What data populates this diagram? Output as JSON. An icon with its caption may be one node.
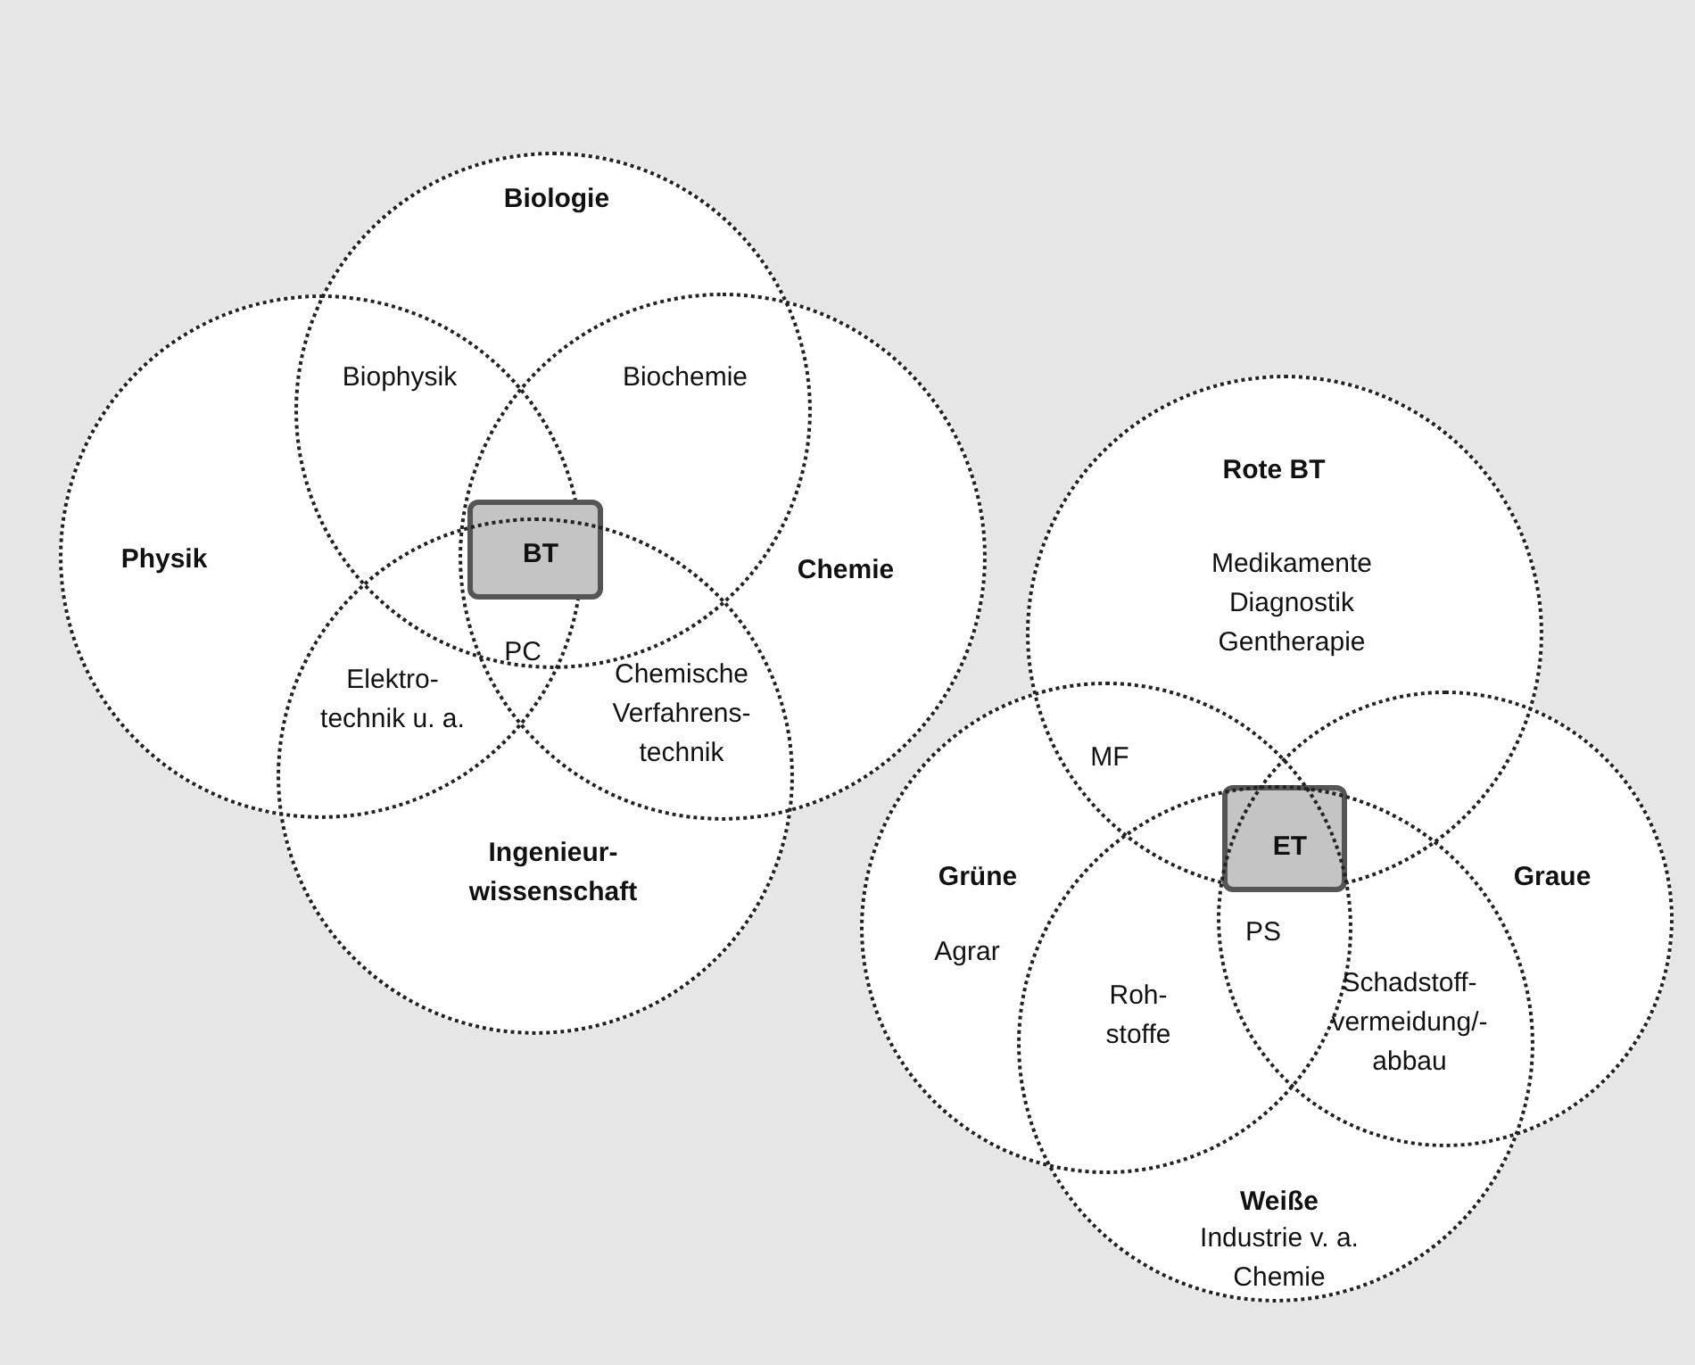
{
  "diagram": {
    "nodes": [
      {
        "text": [
          "Biologie"
        ]
      },
      {
        "text": [
          "Physik"
        ]
      },
      {
        "text": [
          "BT"
        ]
      },
      {
        "text": [
          "Chemie"
        ]
      },
      {
        "text": [
          "Ingenieur-wissenschaft"
        ]
      },
      {
        "text": [
          "Rote BT",
          "Medikamente Diagnostik Gentherapie"
        ]
      },
      {
        "text": [
          "ET"
        ]
      },
      {
        "text": [
          "Grüne",
          "Agrar"
        ]
      },
      {
        "text": [
          "Graue"
        ]
      },
      {
        "text": [
          "Weiße",
          "Industrie v. a. Chemie"
        ]
      }
    ],
    "edges": [],
    "labels": [
      "Biophysik",
      "Biochemie",
      "PC",
      "Elektro-technik u. a.",
      "Chemische Verfahrens-technik",
      "MF",
      "PS",
      "Roh-stoffe",
      "Schadstoff-vermeidung/-abbau"
    ]
  }
}
